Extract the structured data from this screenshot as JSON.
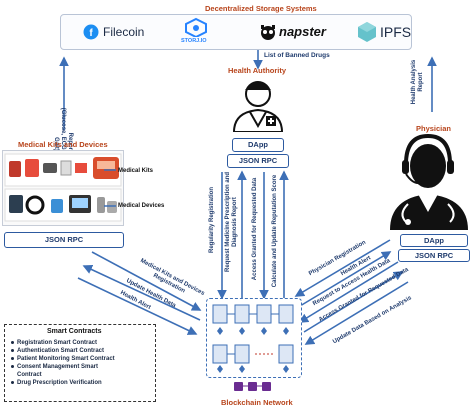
{
  "storage": {
    "title": "Decentralized Storage Systems",
    "logos": [
      "Filecoin",
      "STORJ.IO",
      "napster",
      "IPFS"
    ]
  },
  "labels": {
    "banned_drugs": "List of Banned Drugs",
    "health_authority": "Health Authority",
    "medical_kits_devices": "Medical Kits and Devices",
    "medical_kits": "Medical Kits",
    "medical_devices": "Medical Devices",
    "physician": "Physician",
    "blockchain_network": "Blockchain Network"
  },
  "rotated": {
    "reports": [
      "Reports",
      "(Glucose, ECG, Oximetry,",
      "Gait)"
    ],
    "health_analysis": [
      "Health Analysis",
      "Report"
    ],
    "regularity_registration": "Regularity Registration",
    "request_medicine": [
      "Request Medicine Prescription and",
      "Diagnosis Report"
    ],
    "access_granted_requested": "Access Granted for Requested Data",
    "calc_reputation": "Calculate and Update Reputation Score",
    "kits_registration": [
      "Medical Kits and Devices",
      "Registration"
    ],
    "update_health_data": "Update Health Data",
    "health_alert_left": "Health Alert",
    "physician_registration": "Physician Registration",
    "health_alert_right": "Health Alert",
    "request_access": "Request to Access Health Data",
    "access_granted_right": "Access Granted for Requested Data",
    "update_data_analysis": "Update Data Based on Analysis"
  },
  "boxes": {
    "dapp_center": "DApp",
    "jsonrpc_center": "JSON RPC",
    "jsonrpc_left": "JSON RPC",
    "dapp_right": "DApp",
    "jsonrpc_right": "JSON RPC"
  },
  "smart_contracts": {
    "title": "Smart Contracts",
    "items": [
      "Registration Smart Contract",
      "Authentication Smart Contract",
      "Patient Monitoring Smart Contract",
      "Consent Management Smart",
      "Contract",
      "Drug Prescription Verification"
    ]
  },
  "colors": {
    "title": "#b8451c",
    "arrow": "#3d6fb6",
    "box_border": "#2d5aa0",
    "text_blue": "#1f3b6d",
    "filecoin": "#1c8ef2",
    "storj": "#2683ff",
    "ipfs": "#65c2cb"
  }
}
